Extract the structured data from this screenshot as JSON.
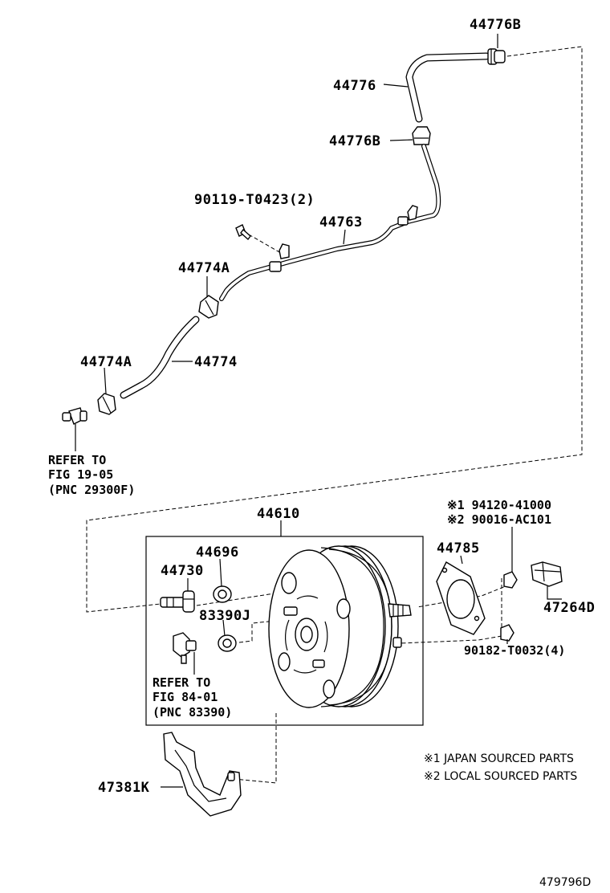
{
  "labels": {
    "p44776B_top": "44776B",
    "p44776": "44776",
    "p44776B_mid": "44776B",
    "p90119": "90119-T0423(2)",
    "p44763": "44763",
    "p44774A_upper": "44774A",
    "p44774A_lower": "44774A",
    "p44774": "44774",
    "ref1_line1": "REFER TO",
    "ref1_line2": "FIG 19-05",
    "ref1_line3": "(PNC 29300F)",
    "p44610": "44610",
    "p44696": "44696",
    "p44730": "44730",
    "p83390J": "83390J",
    "ref2_line1": "REFER TO",
    "ref2_line2": "FIG 84-01",
    "ref2_line3": "(PNC 83390)",
    "p94120": "※1 94120-41000",
    "p90016": "※2 90016-AC101",
    "p44785": "44785",
    "p47264D": "47264D",
    "p90182": "90182-T0032(4)",
    "p47381K": "47381K",
    "note1": "※1 JAPAN SOURCED PARTS",
    "note2": "※2 LOCAL SOURCED PARTS",
    "diagram_id": "479796D"
  }
}
